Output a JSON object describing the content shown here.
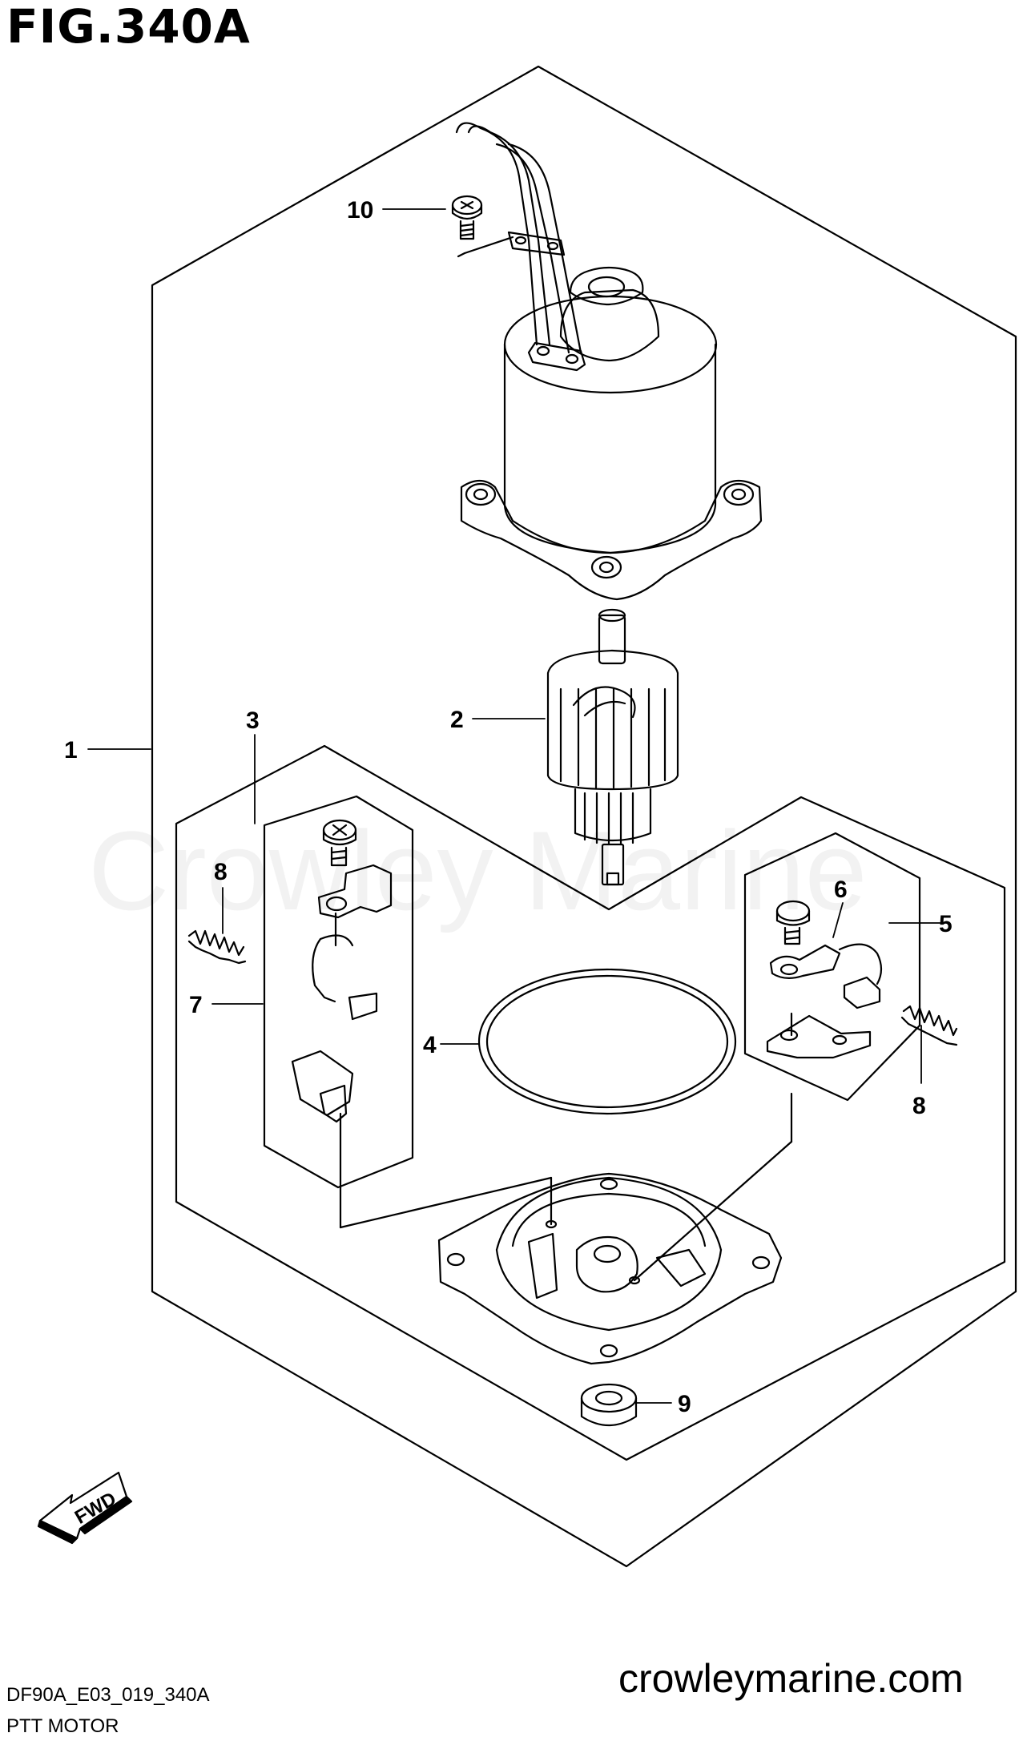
{
  "figure": {
    "title": "FIG.340A",
    "code": "DF90A_E03_019_340A",
    "subtitle": "PTT MOTOR",
    "website": "crowleymarine.com",
    "watermark": "Crowley Marine",
    "fwd_label": "FWD"
  },
  "callouts": [
    "1",
    "2",
    "3",
    "4",
    "5",
    "6",
    "7",
    "8",
    "8",
    "9",
    "10"
  ]
}
